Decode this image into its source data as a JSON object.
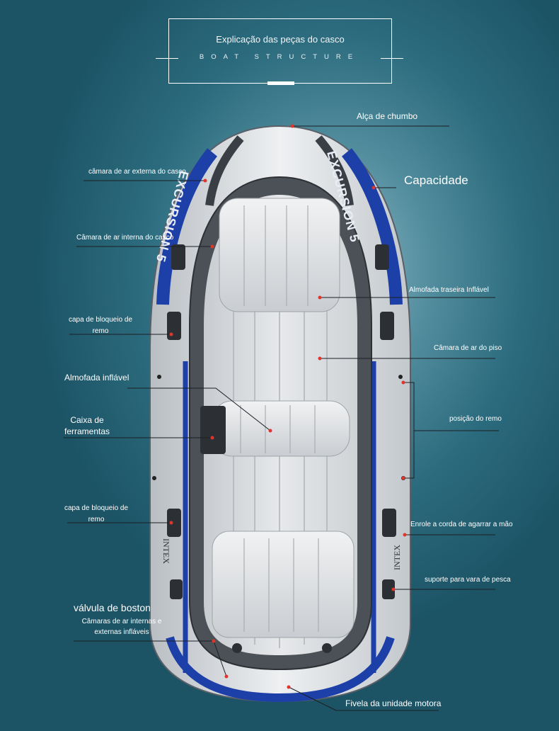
{
  "header": {
    "title": "Explicação das peças do casco",
    "subtitle": "BOAT STRUCTURE"
  },
  "boat": {
    "brand_side_text": "EXCURSION 5",
    "brand_hull_text": "INTEX"
  },
  "callouts": {
    "lead_handle": "Alça de chumbo",
    "capacity": "Capacidade",
    "outer_chamber": "câmara de ar externa do casco",
    "inner_chamber": "Câmara de ar interna do casco",
    "rear_cushion": "Almofada traseira Inflável",
    "oar_lock_cover_1_line1": "capa de bloqueio de",
    "oar_lock_cover_1_line2": "remo",
    "floor_chamber": "Câmara de ar do piso",
    "inflatable_cushion": "Almofada inflável",
    "oar_position": "posição do remo",
    "toolbox_line1": "Caixa de",
    "toolbox_line2": "ferramentas",
    "oar_lock_cover_2_line1": "capa de bloqueio de",
    "oar_lock_cover_2_line2": "remo",
    "grab_rope": "Enrole a corda de agarrar a mão",
    "rod_holder": "suporte para vara de pesca",
    "boston_valve": "válvula de boston",
    "chambers_line1": "Câmaras de ar internas e",
    "chambers_line2": "externas infláveis",
    "motor_buckle": "Fivela da unidade motora"
  },
  "colors": {
    "background": "#2b6b7d",
    "hull": "#d9dde0",
    "stripe_blue": "#1d3fa8",
    "stripe_dark": "#3a3f46",
    "marker": "#e0352b"
  }
}
